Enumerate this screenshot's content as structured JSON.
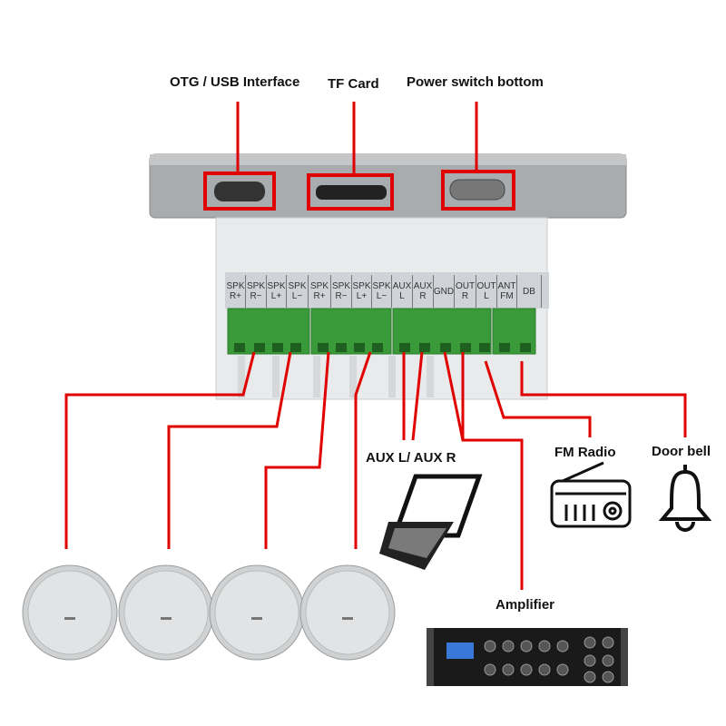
{
  "callouts": {
    "otg": "OTG / USB Interface",
    "tf": "TF Card",
    "power": "Power switch bottom",
    "aux": "AUX L/ AUX R",
    "fm": "FM Radio",
    "doorbell": "Door bell",
    "amplifier": "Amplifier"
  },
  "terminals": [
    {
      "top": "SPK",
      "bottom": "R+"
    },
    {
      "top": "SPK",
      "bottom": "R−"
    },
    {
      "top": "SPK",
      "bottom": "L+"
    },
    {
      "top": "SPK",
      "bottom": "L−"
    },
    {
      "top": "SPK",
      "bottom": "R+"
    },
    {
      "top": "SPK",
      "bottom": "R−"
    },
    {
      "top": "SPK",
      "bottom": "L+"
    },
    {
      "top": "SPK",
      "bottom": "L−"
    },
    {
      "top": "AUX",
      "bottom": "L"
    },
    {
      "top": "AUX",
      "bottom": "R"
    },
    {
      "top": "GND",
      "bottom": ""
    },
    {
      "top": "OUT",
      "bottom": "R"
    },
    {
      "top": "OUT",
      "bottom": "L"
    },
    {
      "top": "ANT",
      "bottom": "FM"
    },
    {
      "top": "DB",
      "bottom": ""
    }
  ],
  "colors": {
    "wire": "#e00000",
    "terminal_green": "#3a9a3a",
    "panel": "#a9acae"
  }
}
